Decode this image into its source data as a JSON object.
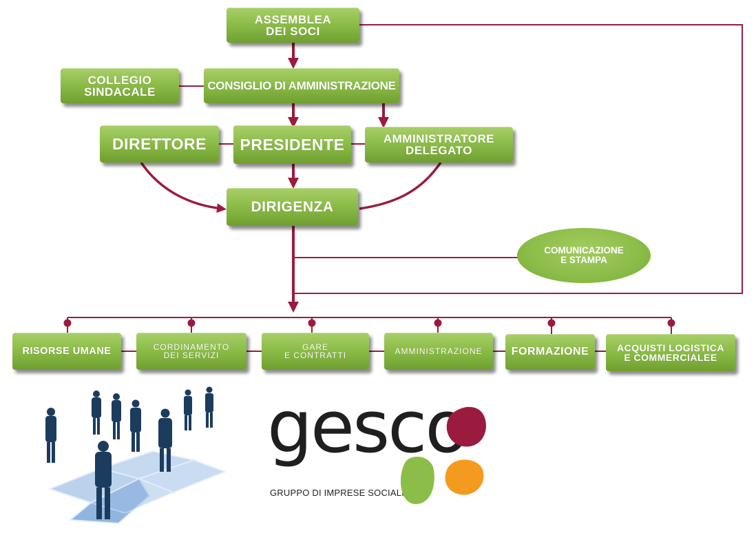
{
  "nodes": {
    "assemblea": "ASSEMBLEA\nDEI SOCI",
    "collegio": "COLLEGIO\nSINDACALE",
    "consiglio": "CONSIGLIO DI AMMINISTRAZIONE",
    "direttore": "DIRETTORE",
    "presidente": "PRESIDENTE",
    "amministratore": "AMMINISTRATORE\nDELEGATO",
    "dirigenza": "DIRIGENZA",
    "comunicazione": "COMUNICAZIONE\nE STAMPA"
  },
  "departments": [
    "RISORSE UMANE",
    "CORDINAMENTO\nDEI SERVIZI",
    "GARE\nE CONTRATTI",
    "AMMINISTRAZIONE",
    "FORMAZIONE",
    "ACQUISTI LOGISTICA\nE COMMERCIALEE"
  ],
  "logo": {
    "word": "gesco",
    "tagline": "GRUPPO DI IMPRESE SOCIALI"
  },
  "colors": {
    "box_green": "#8dbd49",
    "connector": "#9b1b3e",
    "logo_red": "#9b1b3e",
    "logo_green": "#8dbd49",
    "logo_orange": "#f39a1f",
    "people": "#1c3c5e",
    "puzzle": "#9fc0e6"
  }
}
